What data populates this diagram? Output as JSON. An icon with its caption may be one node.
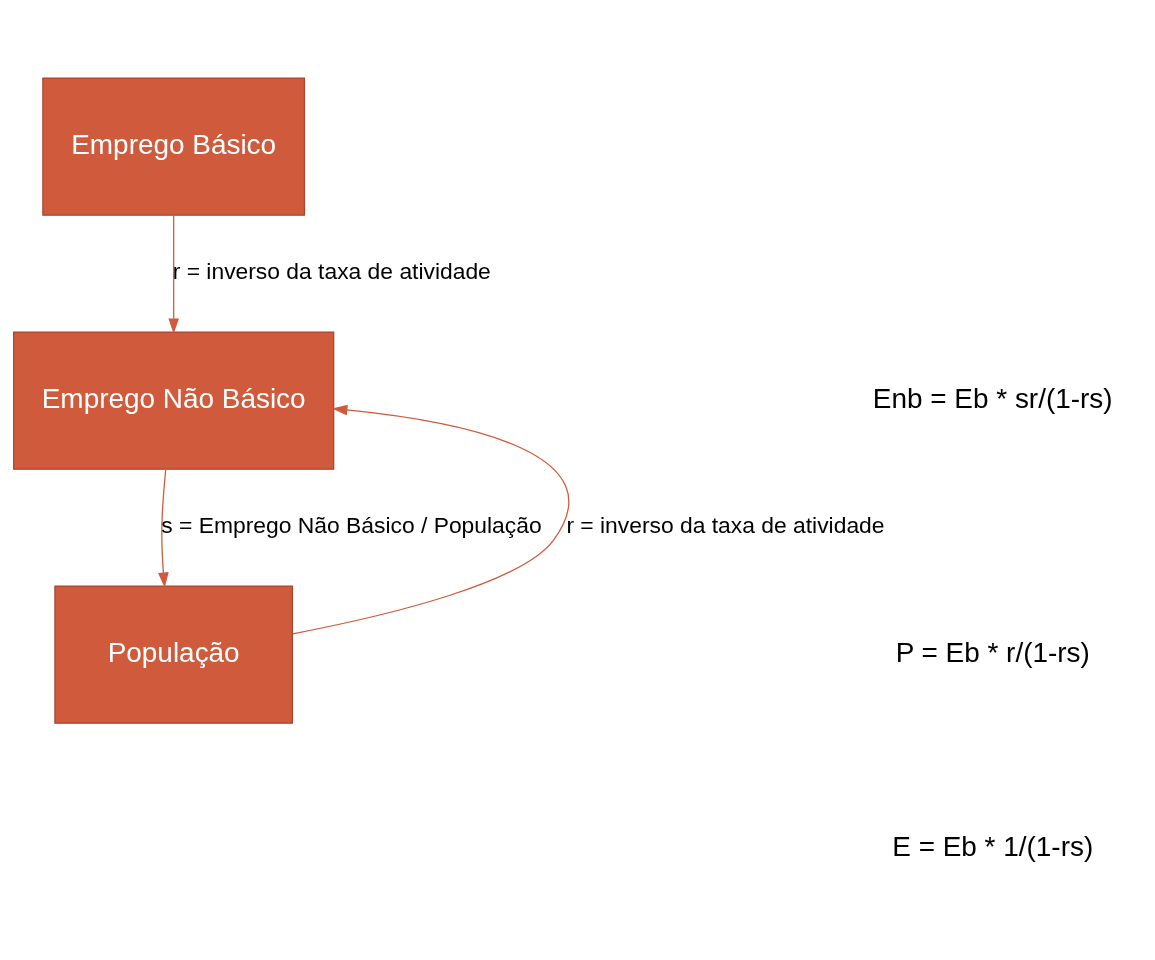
{
  "diagram": {
    "nodes": [
      {
        "text": [
          "Emprego Básico"
        ]
      },
      {
        "text": [
          "Emprego Não Básico"
        ]
      },
      {
        "text": [
          "População"
        ]
      }
    ],
    "edges": [
      {
        "from": 0,
        "to": 1,
        "arrow": "to",
        "label": "r = inverso da taxa de atividade"
      },
      {
        "from": 1,
        "to": 2,
        "arrow": "to",
        "label": "s = Emprego Não Básico / População"
      },
      {
        "from": 2,
        "to": 1,
        "arrow": "to",
        "label": "r = inverso da taxa de atividade"
      }
    ],
    "labels": [
      "Enb = Eb * sr/(1-rs)",
      "P = Eb * r/(1-rs)",
      "E = Eb * 1/(1-rs)"
    ]
  }
}
